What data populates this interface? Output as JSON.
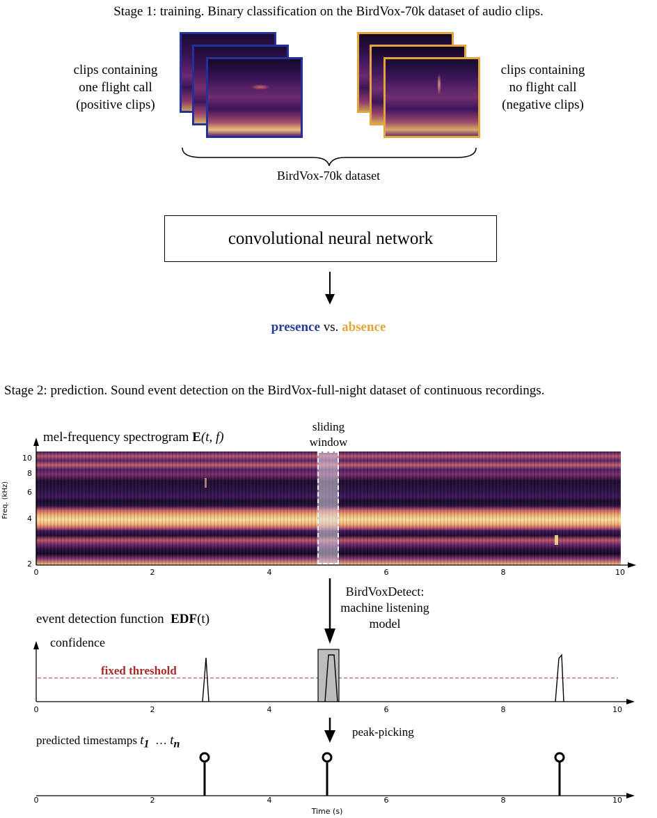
{
  "stage1": {
    "title": "Stage 1: training. Binary classification on the BirdVox-70k dataset of audio clips.",
    "positive_label": "clips containing\none flight call\n(positive clips)",
    "negative_label": "clips containing\nno flight call\n(negative clips)",
    "dataset_label": "BirdVox-70k dataset",
    "cnn_label": "convolutional neural network",
    "result_presence": "presence",
    "result_vs": " vs. ",
    "result_absence": "absence",
    "colors": {
      "presence": "#2b3a97",
      "absence": "#e0a53a"
    }
  },
  "stage2": {
    "title": "Stage 2: prediction. Sound event detection on the BirdVox-full-night dataset of continuous recordings.",
    "spectrogram_title_prefix": "mel-frequency spectrogram ",
    "spectrogram_title_symbol": "E",
    "spectrogram_title_args": "(t, f)",
    "sliding_window_label": "sliding\nwindow",
    "y_axis_label": "Freq. (kHz)",
    "y_ticks": [
      "10",
      "8",
      "6",
      "4",
      "2"
    ],
    "x_ticks": [
      "0",
      "2",
      "4",
      "6",
      "8",
      "10"
    ],
    "model_label": "BirdVoxDetect:\nmachine listening\nmodel",
    "edf_title_prefix": "event detection function  ",
    "edf_title_symbol": "EDF",
    "edf_title_args": "(t)",
    "confidence_label": "confidence",
    "threshold_label": "fixed threshold",
    "threshold_color": "#a52a2a",
    "peak_picking_label": "peak-picking",
    "timestamps_title_prefix": "predicted timestamps ",
    "timestamps_t1": "t",
    "timestamps_sub1": "1",
    "timestamps_ellipsis": "  … ",
    "timestamps_tn": "t",
    "timestamps_subn": "n",
    "x_axis_label": "Time (s)"
  }
}
